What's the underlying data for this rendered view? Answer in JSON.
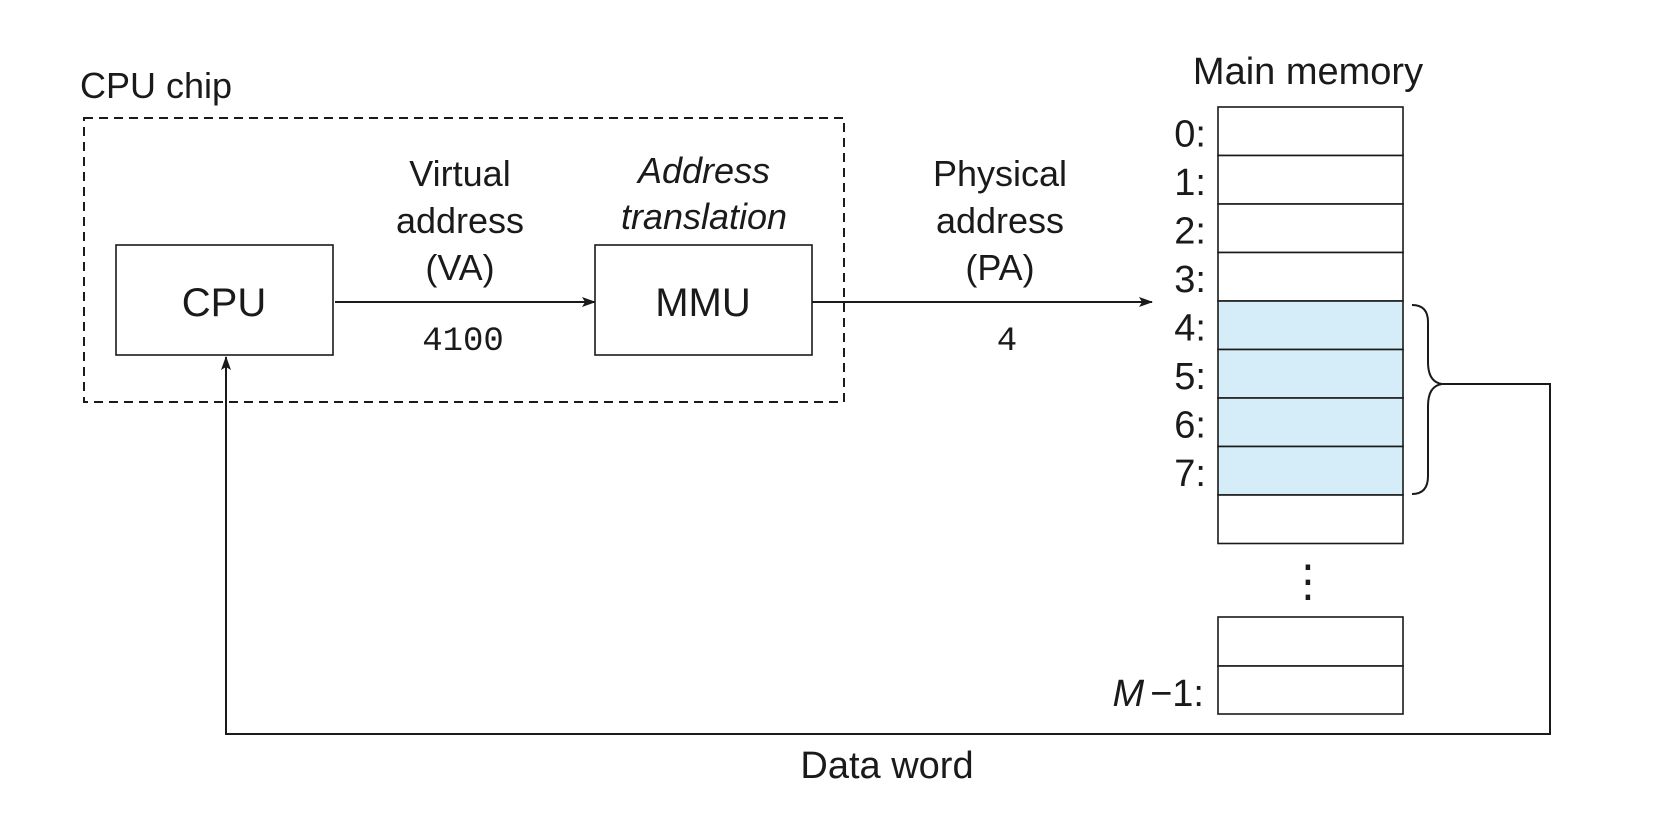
{
  "chip": {
    "title": "CPU chip",
    "cpu_label": "CPU",
    "mmu_label": "MMU",
    "mmu_caption": [
      "Address",
      "translation"
    ]
  },
  "virtual_address": {
    "label": [
      "Virtual",
      "address",
      "(VA)"
    ],
    "value": "4100"
  },
  "physical_address": {
    "label": [
      "Physical",
      "address",
      "(PA)"
    ],
    "value": "4"
  },
  "memory": {
    "title": "Main memory",
    "rows": [
      {
        "label": "0:",
        "highlighted": false
      },
      {
        "label": "1:",
        "highlighted": false
      },
      {
        "label": "2:",
        "highlighted": false
      },
      {
        "label": "3:",
        "highlighted": false
      },
      {
        "label": "4:",
        "highlighted": true
      },
      {
        "label": "5:",
        "highlighted": true
      },
      {
        "label": "6:",
        "highlighted": true
      },
      {
        "label": "7:",
        "highlighted": true
      },
      {
        "label": "",
        "highlighted": false
      }
    ],
    "last_row_label_italic": "M",
    "last_row_label_rest": "−1:",
    "ellipsis": "⋮"
  },
  "data_word_label": "Data word",
  "colors": {
    "highlight": "#d5edf9",
    "stroke": "#1a1a1a"
  }
}
